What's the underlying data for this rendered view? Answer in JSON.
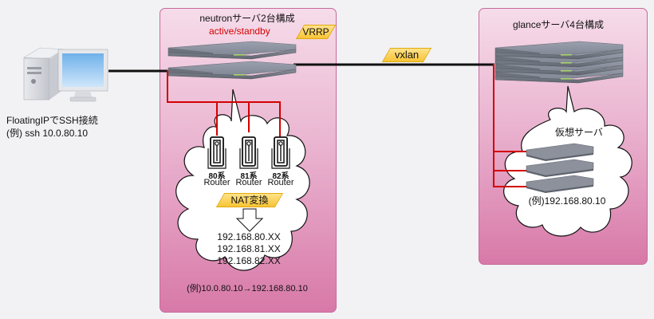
{
  "client": {
    "caption_line1": "FloatingIPでSSH接続",
    "caption_line2": "(例) ssh 10.0.80.10"
  },
  "neutron": {
    "title": "neutronサーバ2台構成",
    "mode": "active/standby",
    "protocol_tag": "VRRP",
    "routers": [
      {
        "segment": "80系",
        "label": "Router"
      },
      {
        "segment": "81系",
        "label": "Router"
      },
      {
        "segment": "82系",
        "label": "Router"
      }
    ],
    "nat_tag": "NAT変換",
    "networks": [
      "192.168.80.XX",
      "192.168.81.XX",
      "192.168.82.XX"
    ],
    "example": "(例)10.0.80.10→192.168.80.10"
  },
  "link": {
    "tunnel_tag": "vxlan"
  },
  "glance": {
    "title": "glanceサーバ4台構成",
    "vm_title": "仮想サーバ",
    "vm_example": "(例)192.168.80.10"
  },
  "colors": {
    "red_link": "#d40000",
    "black_link": "#111111",
    "accent_text": "#d40000"
  }
}
